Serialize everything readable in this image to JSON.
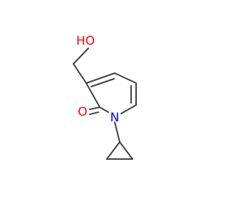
{
  "atoms": {
    "hydroxyl_oh": {
      "label": "HO",
      "color": "#ff0000"
    },
    "carbonyl_o": {
      "label": "O",
      "color": "#ff0000"
    },
    "ring_n": {
      "label": "N",
      "color": "#0000ff"
    }
  },
  "bond_color": "#404040"
}
